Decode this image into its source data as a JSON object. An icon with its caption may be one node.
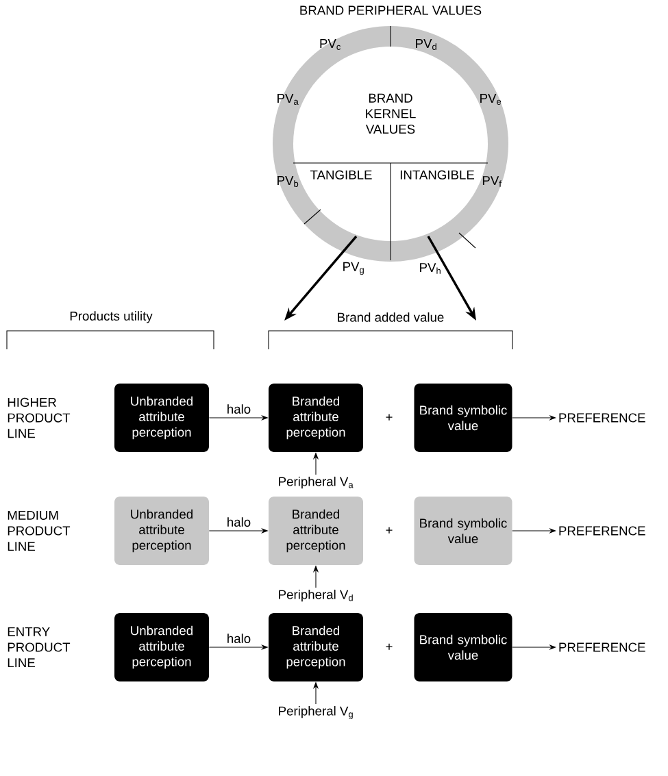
{
  "diagram": {
    "nodes": [
      {
        "text": [
          "BRAND PERIPHERAL VALUES"
        ]
      },
      {
        "text": [
          "BRAND KERNEL VALUES"
        ],
        "in": 0
      },
      {
        "text": [
          "TANGIBLE"
        ],
        "in": 1
      },
      {
        "text": [
          "INTANGIBLE"
        ],
        "in": 1
      },
      {
        "text": [
          "Unbranded attribute perception"
        ]
      },
      {
        "text": [
          "Branded attribute perception"
        ]
      },
      {
        "text": [
          "Brand symbolic value"
        ]
      },
      {
        "text": [
          "PREFERENCE"
        ]
      },
      {
        "text": [
          "Peripheral V$_{a}$"
        ]
      },
      {
        "text": [
          "Unbranded attribute perception"
        ]
      },
      {
        "text": [
          "Branded attribute perception"
        ]
      },
      {
        "text": [
          "Brand symbolic value"
        ]
      },
      {
        "text": [
          "PREFERENCE"
        ]
      },
      {
        "text": [
          "Peripheral V$_{d}$"
        ]
      },
      {
        "text": [
          "Unbranded attribute perception"
        ]
      },
      {
        "text": [
          "Branded attribute perception"
        ]
      },
      {
        "text": [
          "Brand symbolic value"
        ]
      },
      {
        "text": [
          "PREFERENCE"
        ]
      },
      {
        "text": [
          "Peripheral V$_{g}$"
        ]
      }
    ],
    "edges": [
      {
        "from": 1,
        "to": null,
        "arrow": "to",
        "style": "thick"
      },
      {
        "from": 1,
        "to": null,
        "arrow": "to",
        "style": "thick"
      },
      {
        "from": 4,
        "to": 5,
        "arrow": "to",
        "label": "halo"
      },
      {
        "from": 6,
        "to": 7,
        "arrow": "to"
      },
      {
        "from": 8,
        "to": 5,
        "arrow": "to"
      },
      {
        "from": 9,
        "to": 10,
        "arrow": "to",
        "label": "halo"
      },
      {
        "from": 11,
        "to": 12,
        "arrow": "to"
      },
      {
        "from": 13,
        "to": 10,
        "arrow": "to"
      },
      {
        "from": 14,
        "to": 15,
        "arrow": "to",
        "label": "halo"
      },
      {
        "from": 16,
        "to": 17,
        "arrow": "to"
      },
      {
        "from": 18,
        "to": 15,
        "arrow": "to"
      }
    ],
    "labels": [
      "PV$_{c}$",
      "PV$_{d}$",
      "PV$_{a}$",
      "PV$_{e}$",
      "PV$_{b}$",
      "PV$_{f}$",
      "PV$_{g}$",
      "PV$_{h}$",
      "Products utility",
      "Brand added value",
      "HIGHER PRODUCT LINE",
      "+",
      "MEDIUM PRODUCT LINE",
      "+",
      "ENTRY PRODUCT LINE",
      "+"
    ]
  }
}
